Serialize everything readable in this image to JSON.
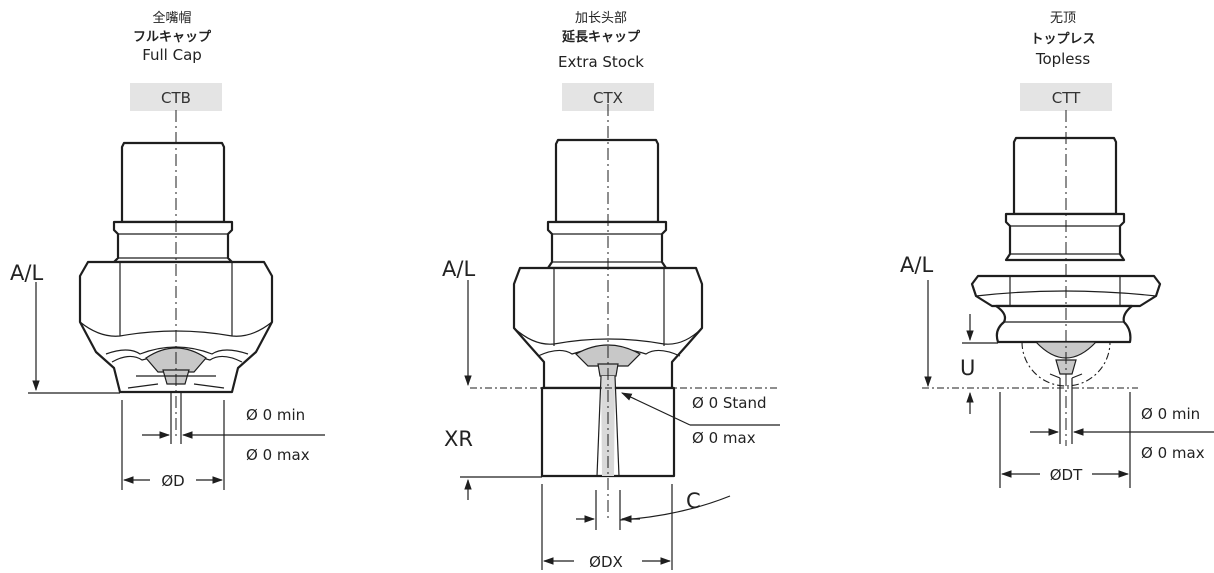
{
  "columns": [
    {
      "title_zh": "全嘴帽",
      "title_jp": "フルキャップ",
      "title_en": "Full Cap",
      "code": "CTB",
      "al_label": "A/L",
      "dia_min_label": "Ø 0 min",
      "dia_max_label": "Ø 0 max",
      "d_label": "ØD"
    },
    {
      "title_zh": "加长头部",
      "title_jp": "延長キャップ",
      "title_en": "Extra Stock",
      "code": "CTX",
      "al_label": "A/L",
      "dia_stand_label": "Ø 0 Stand",
      "dia_max_label": "Ø 0 max",
      "xr_label": "XR",
      "c_label": "C",
      "d_label": "ØDX"
    },
    {
      "title_zh": "无顶",
      "title_jp": "トップレス",
      "title_en": "Topless",
      "code": "CTT",
      "al_label": "A/L",
      "u_label": "U",
      "dia_min_label": "Ø 0 min",
      "dia_max_label": "Ø 0 max",
      "d_label": "ØDT"
    }
  ],
  "colors": {
    "line": "#1e1e1e",
    "code_box": "#e4e4e4",
    "section_fill": "#c8c8c8"
  }
}
